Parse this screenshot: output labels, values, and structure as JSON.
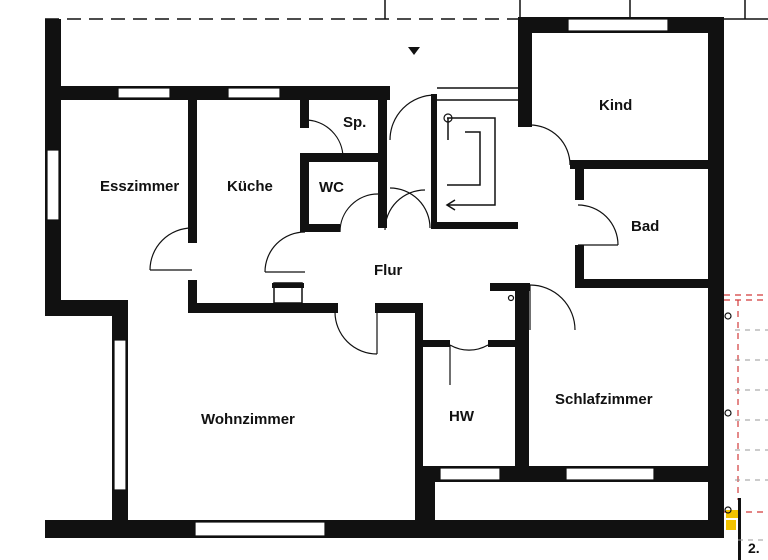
{
  "plan": {
    "rooms": {
      "esszimmer": "Esszimmer",
      "kueche": "Küche",
      "sp": "Sp.",
      "wc": "WC",
      "flur": "Flur",
      "kind": "Kind",
      "bad": "Bad",
      "wohnzimmer": "Wohnzimmer",
      "hw": "HW",
      "schlafzimmer": "Schlafzimmer"
    },
    "edge_label": "2.",
    "colors": {
      "wall": "#111111",
      "background": "#ffffff",
      "red_dashes": "#d23b3b",
      "yellow_marks": "#f2c200"
    }
  }
}
